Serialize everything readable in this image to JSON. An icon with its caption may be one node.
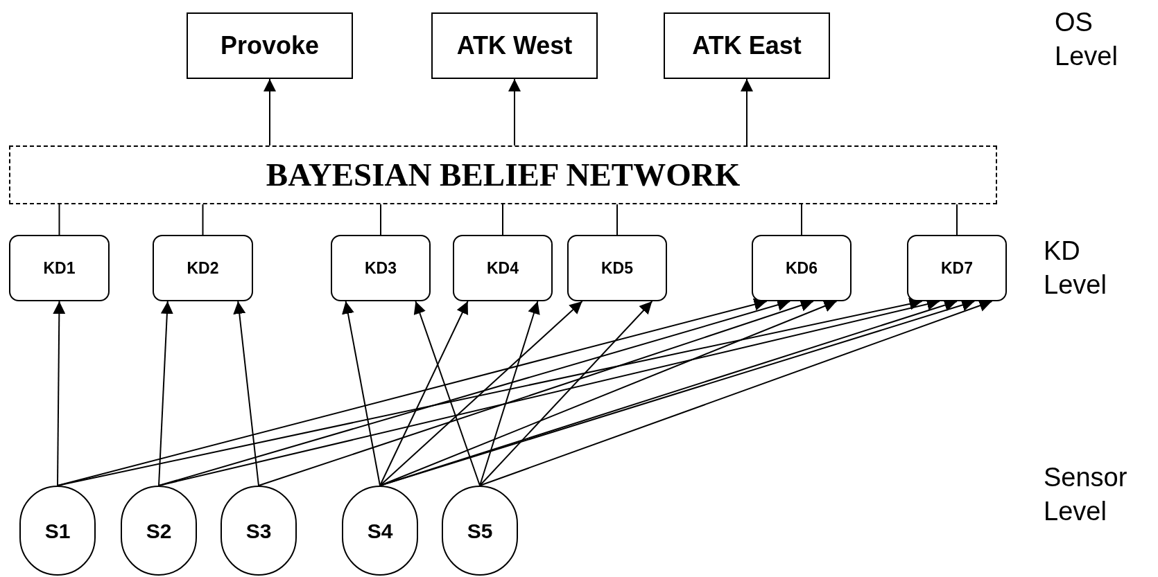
{
  "diagram": {
    "nodes": [
      {
        "text": [
          "Provoke"
        ]
      },
      {
        "text": [
          "ATK West"
        ]
      },
      {
        "text": [
          "ATK East"
        ]
      },
      {
        "text": [
          "BAYESIAN BELIEF NETWORK"
        ]
      },
      {
        "text": [
          "KD1"
        ]
      },
      {
        "text": [
          "KD2"
        ]
      },
      {
        "text": [
          "KD3"
        ]
      },
      {
        "text": [
          "KD4"
        ]
      },
      {
        "text": [
          "KD5"
        ]
      },
      {
        "text": [
          "KD6"
        ]
      },
      {
        "text": [
          "KD7"
        ]
      },
      {
        "text": [
          "S1"
        ]
      },
      {
        "text": [
          "S2"
        ]
      },
      {
        "text": [
          "S3"
        ]
      },
      {
        "text": [
          "S4"
        ]
      },
      {
        "text": [
          "S5"
        ]
      }
    ],
    "edges": [
      {
        "from": 3,
        "to": 0,
        "arrow": "to"
      },
      {
        "from": 3,
        "to": 1,
        "arrow": "to"
      },
      {
        "from": 3,
        "to": 2,
        "arrow": "to"
      },
      {
        "from": 4,
        "to": 3,
        "arrow": "none"
      },
      {
        "from": 5,
        "to": 3,
        "arrow": "none"
      },
      {
        "from": 6,
        "to": 3,
        "arrow": "none"
      },
      {
        "from": 7,
        "to": 3,
        "arrow": "none"
      },
      {
        "from": 8,
        "to": 3,
        "arrow": "none"
      },
      {
        "from": 9,
        "to": 3,
        "arrow": "none"
      },
      {
        "from": 10,
        "to": 3,
        "arrow": "none"
      },
      {
        "from": 11,
        "to": 4,
        "arrow": "to"
      },
      {
        "from": 11,
        "to": 9,
        "arrow": "to"
      },
      {
        "from": 11,
        "to": 10,
        "arrow": "to"
      },
      {
        "from": 12,
        "to": 5,
        "arrow": "to"
      },
      {
        "from": 12,
        "to": 9,
        "arrow": "to"
      },
      {
        "from": 12,
        "to": 10,
        "arrow": "to"
      },
      {
        "from": 13,
        "to": 5,
        "arrow": "to"
      },
      {
        "from": 13,
        "to": 9,
        "arrow": "to"
      },
      {
        "from": 14,
        "to": 6,
        "arrow": "to"
      },
      {
        "from": 14,
        "to": 7,
        "arrow": "to"
      },
      {
        "from": 14,
        "to": 8,
        "arrow": "to"
      },
      {
        "from": 14,
        "to": 9,
        "arrow": "to"
      },
      {
        "from": 14,
        "to": 10,
        "arrow": "to"
      },
      {
        "from": 14,
        "to": 10,
        "arrow": "to"
      },
      {
        "from": 15,
        "to": 6,
        "arrow": "to"
      },
      {
        "from": 15,
        "to": 7,
        "arrow": "to"
      },
      {
        "from": 15,
        "to": 8,
        "arrow": "to"
      },
      {
        "from": 15,
        "to": 10,
        "arrow": "to"
      }
    ],
    "labels": [
      "OS Level",
      "KD Level",
      "Sensor Level"
    ]
  }
}
